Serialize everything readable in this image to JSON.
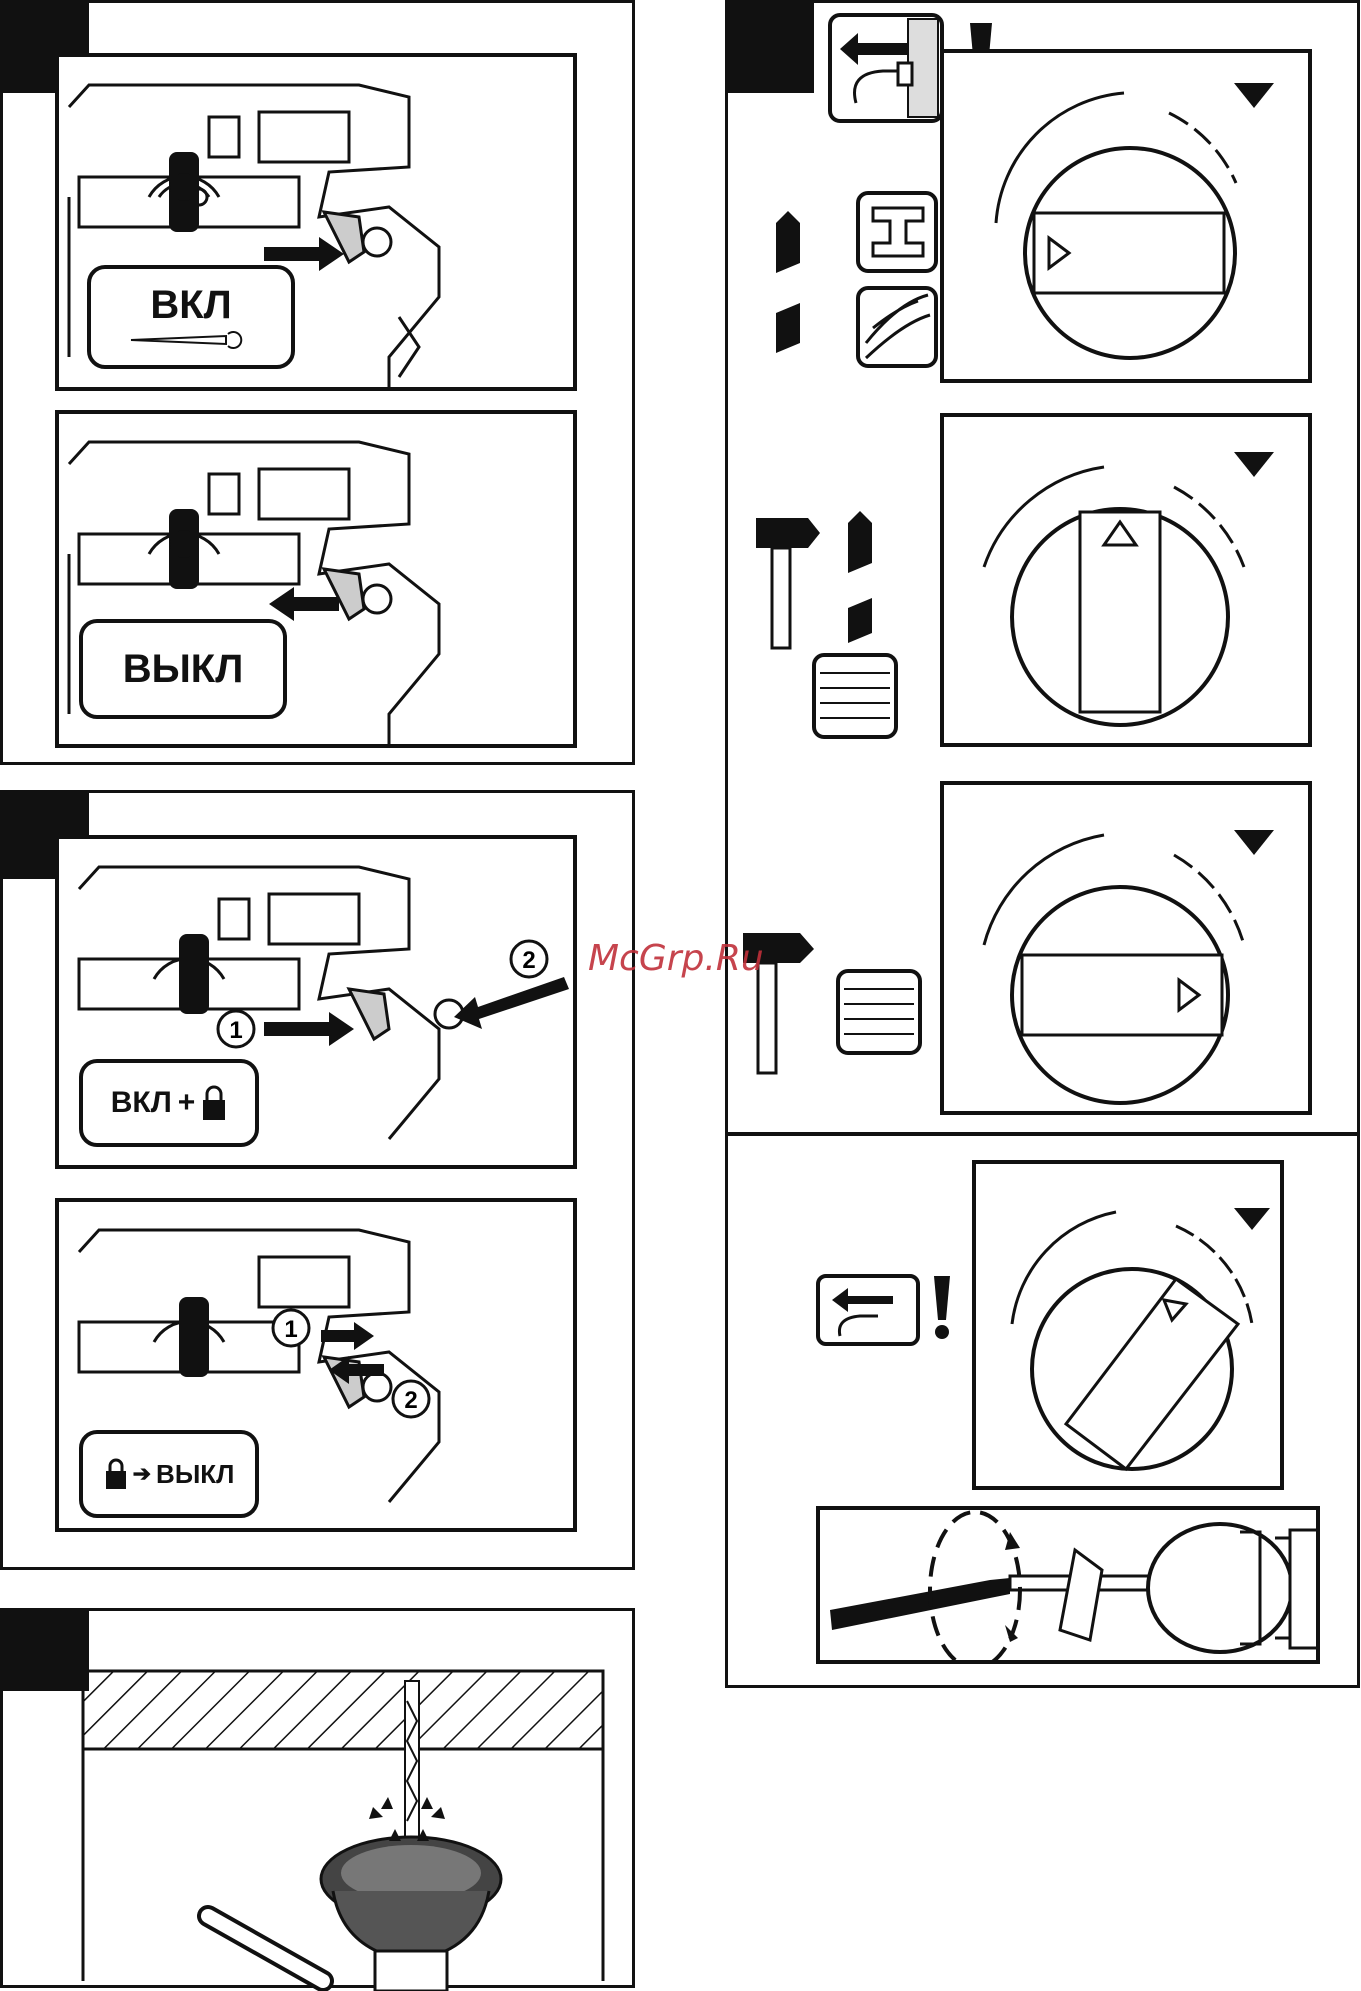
{
  "labels": {
    "on": "ВКЛ",
    "off": "ВЫКЛ",
    "on_lock_text": "ВКЛ",
    "on_lock_plus": "+",
    "unlock_off": "ВЫКЛ",
    "step1": "1",
    "step2": "2"
  },
  "watermark": "McGrp.Ru",
  "icons": {
    "unplug": "unplug-icon",
    "warning": "exclamation-icon",
    "drill": "drill-bit-icon",
    "hammer": "hammer-icon",
    "brick": "brick-icon",
    "wood": "wood-icon",
    "steel": "steel-beam-icon",
    "lock": "padlock-icon",
    "mode_dial": "mode-selector-dial"
  },
  "colors": {
    "ink": "#111111",
    "watermark": "#c0303a"
  }
}
